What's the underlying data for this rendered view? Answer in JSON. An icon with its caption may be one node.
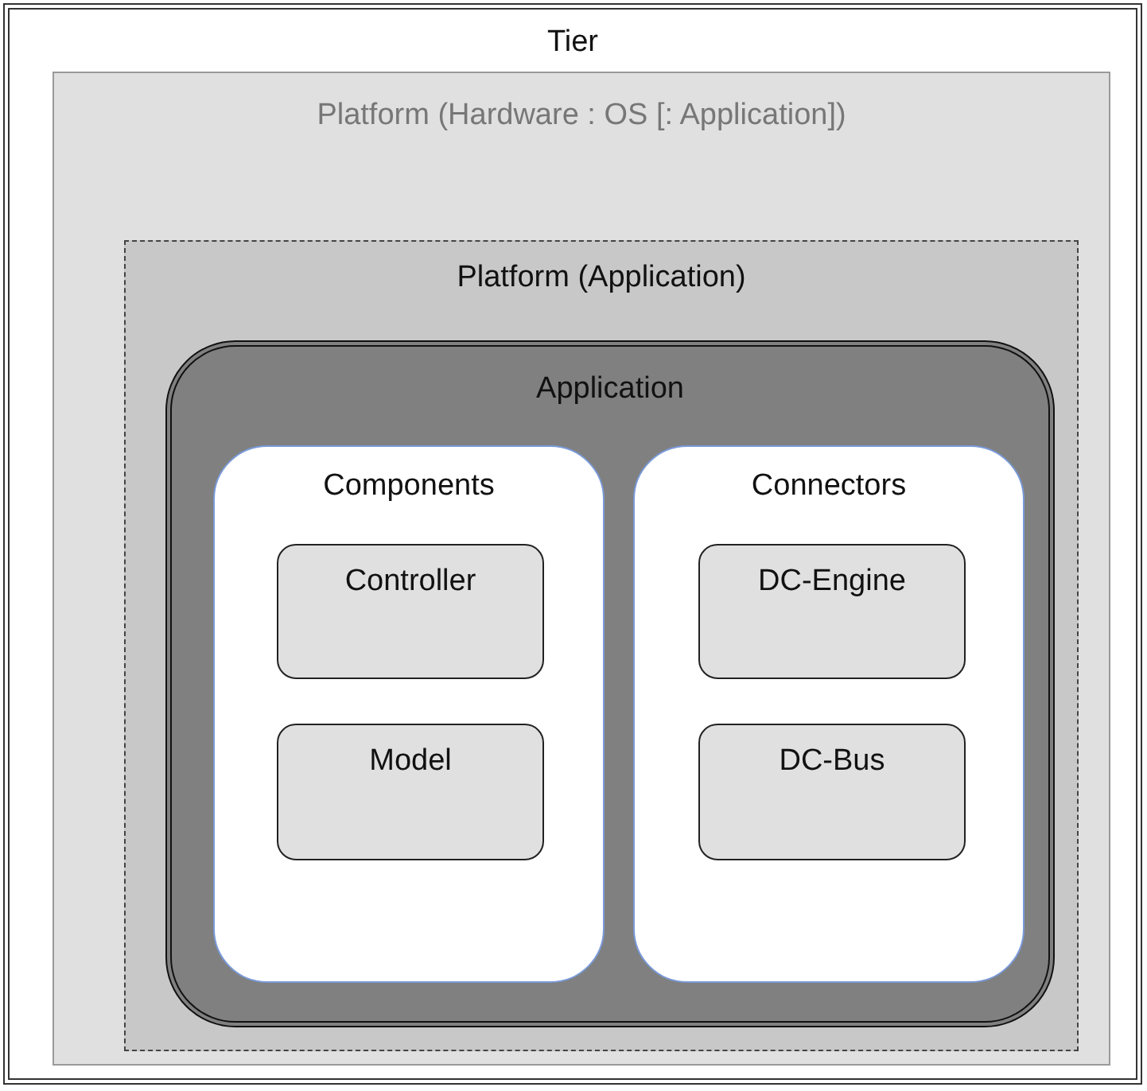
{
  "diagram": {
    "nodes": [
      {
        "text": [
          "Tier"
        ]
      },
      {
        "text": [
          "Platform (Hardware : OS [: Application])"
        ],
        "in": 0
      },
      {
        "text": [
          "Platform (Application)"
        ],
        "in": 1
      },
      {
        "text": [
          "Application"
        ],
        "in": 2
      },
      {
        "text": [
          "Components"
        ],
        "in": 3
      },
      {
        "text": [
          "Controller"
        ],
        "in": 4
      },
      {
        "text": [
          "Model"
        ],
        "in": 4
      },
      {
        "text": [
          "Connectors"
        ],
        "in": 3
      },
      {
        "text": [
          "DC-Engine"
        ],
        "in": 7
      },
      {
        "text": [
          "DC-Bus"
        ],
        "in": 7
      }
    ],
    "edges": []
  }
}
